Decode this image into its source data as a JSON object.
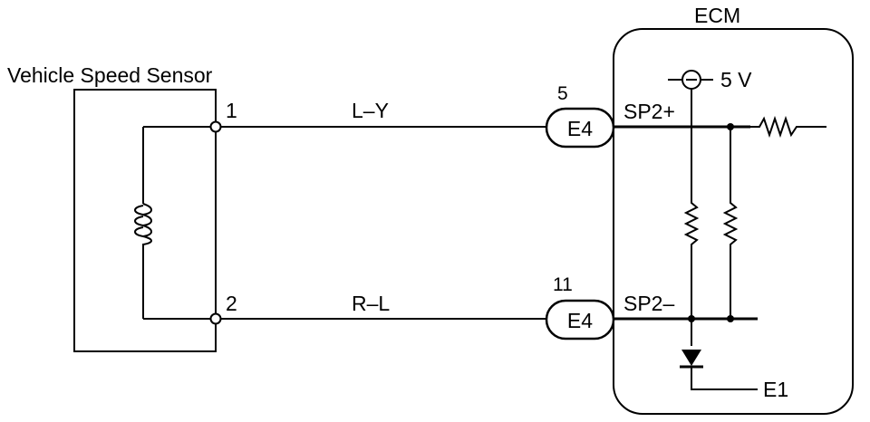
{
  "sensor": {
    "title": "Vehicle Speed Sensor",
    "pin1": "1",
    "pin2": "2"
  },
  "wires": {
    "top_color": "L–Y",
    "bottom_color": "R–L"
  },
  "connectors": {
    "top": {
      "label": "E4",
      "pin": "5"
    },
    "bottom": {
      "label": "E4",
      "pin": "11"
    }
  },
  "ecm": {
    "title": "ECM",
    "supply": "5 V",
    "sp2_plus": "SP2+",
    "sp2_minus": "SP2–",
    "ground": "E1"
  }
}
